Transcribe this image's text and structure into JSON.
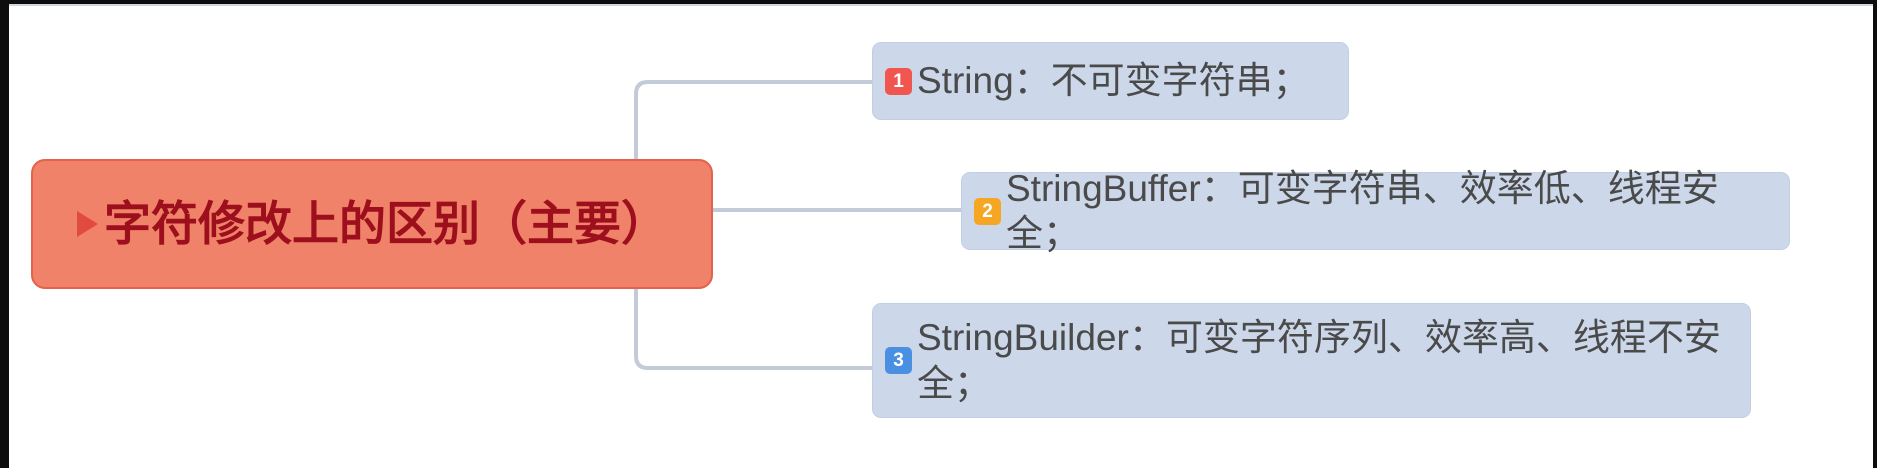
{
  "diagram": {
    "type": "mindmap",
    "title": "字符修改上的区别（主要）",
    "root": {
      "label": "字符修改上的区别（主要）",
      "bullet_icon": "triangle-right-icon",
      "fill_color": "#ef8268",
      "border_color": "#e2634a",
      "text_color": "#9e0f1e"
    },
    "children": [
      {
        "index": "1",
        "badge_color": "#f0564f",
        "text": "String：不可变字符串；",
        "fill_color": "#ccd8ea",
        "text_color": "#4a4a4a"
      },
      {
        "index": "2",
        "badge_color": "#f5a623",
        "text": "StringBuffer：可变字符串、效率低、线程安全；",
        "fill_color": "#ccd8ea",
        "text_color": "#4a4a4a"
      },
      {
        "index": "3",
        "badge_color": "#4a90e2",
        "text_line_1": "StringBuilder：可变字符序列、效率高、线程不安",
        "text_line_2": "全；",
        "fill_color": "#ccd8ea",
        "text_color": "#4a4a4a"
      }
    ],
    "connector_color": "#c3cbd8"
  }
}
